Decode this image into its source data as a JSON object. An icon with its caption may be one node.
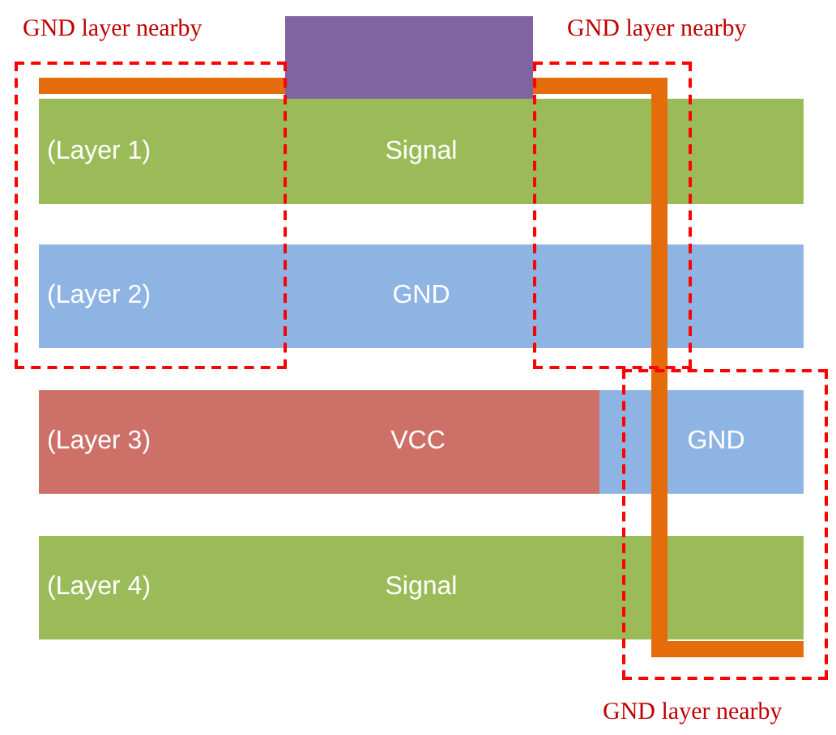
{
  "diagram": {
    "nodes": [
      {
        "text": [
          "GND layer nearby"
        ]
      },
      {
        "text": [],
        "shape": "box"
      },
      {
        "text": [
          "GND layer nearby"
        ]
      },
      {
        "text": [
          "(Layer 1)",
          "Signal"
        ]
      },
      {
        "text": [
          "(Layer 2)",
          "GND"
        ]
      },
      {
        "text": [
          "(Layer 3)",
          "VCC"
        ]
      },
      {
        "text": [
          "GND"
        ]
      },
      {
        "text": [
          "GND layer nearby"
        ]
      },
      {
        "text": [
          "(Layer 4)",
          "Signal"
        ]
      }
    ]
  }
}
